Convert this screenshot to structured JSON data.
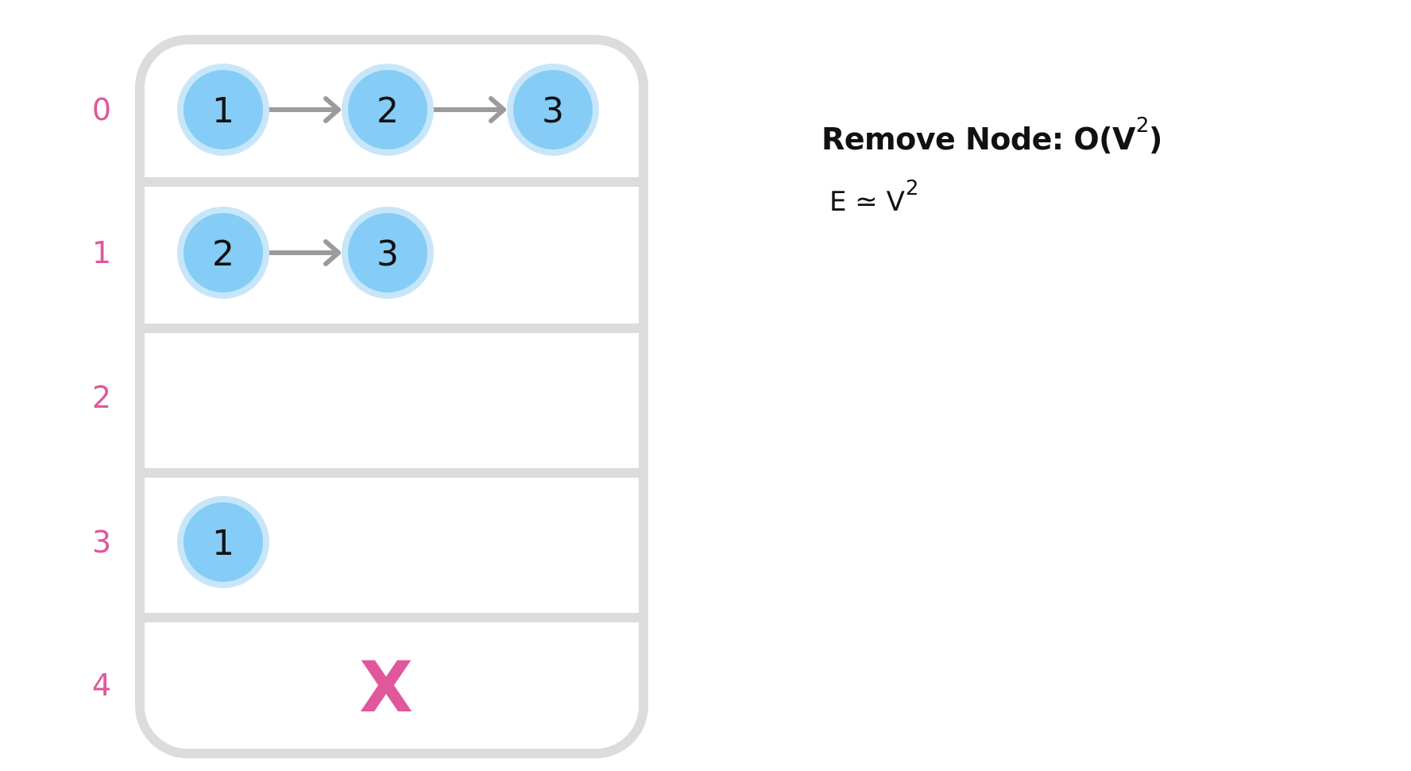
{
  "rows": [
    {
      "index": "0",
      "nodes": [
        "1",
        "2",
        "3"
      ],
      "removed": false
    },
    {
      "index": "1",
      "nodes": [
        "2",
        "3"
      ],
      "removed": false
    },
    {
      "index": "2",
      "nodes": [],
      "removed": false
    },
    {
      "index": "3",
      "nodes": [
        "1"
      ],
      "removed": false
    },
    {
      "index": "4",
      "nodes": [],
      "removed": true
    }
  ],
  "removed_mark": "X",
  "formula": {
    "title_prefix": "Remove Node: O(V",
    "title_exponent": "2",
    "title_suffix": ")",
    "relation_prefix": "E ≃ V",
    "relation_exponent": "2"
  },
  "colors": {
    "container_border": "#dcdcdc",
    "row_index": "#e0579c",
    "node_fill": "#85cdf6",
    "node_ring": "#c8e6f9",
    "arrow": "#9b9b9b",
    "removed_mark": "#e0579c",
    "text": "#111111"
  }
}
